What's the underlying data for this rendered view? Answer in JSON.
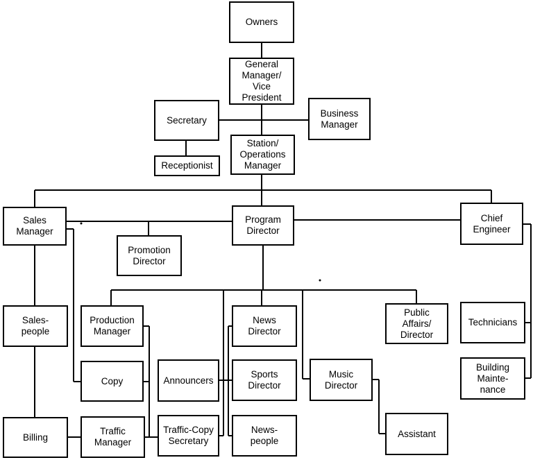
{
  "org": {
    "owners": "Owners",
    "general_manager": "General\nManager/\nVice\nPresident",
    "secretary": "Secretary",
    "business_manager": "Business\nManager",
    "receptionist": "Receptionist",
    "station_manager": "Station/\nOperations\nManager",
    "sales_manager": "Sales\nManager",
    "program_director": "Program\nDirector",
    "chief_engineer": "Chief\nEngineer",
    "promotion_director": "Promotion\nDirector",
    "salespeople": "Sales-\npeople",
    "production_manager": "Production\nManager",
    "news_director": "News\nDirector",
    "public_affairs_director": "Public\nAffairs/\nDirector",
    "technicians": "Technicians",
    "copy": "Copy",
    "announcers": "Announcers",
    "sports_director": "Sports\nDirector",
    "music_director": "Music\nDirector",
    "building_maintenance": "Building\nMainte-\nnance",
    "billing": "Billing",
    "traffic_manager": "Traffic\nManager",
    "traffic_copy_secretary": "Traffic-Copy\nSecretary",
    "newspeople": "News-\npeople",
    "assistant": "Assistant"
  }
}
